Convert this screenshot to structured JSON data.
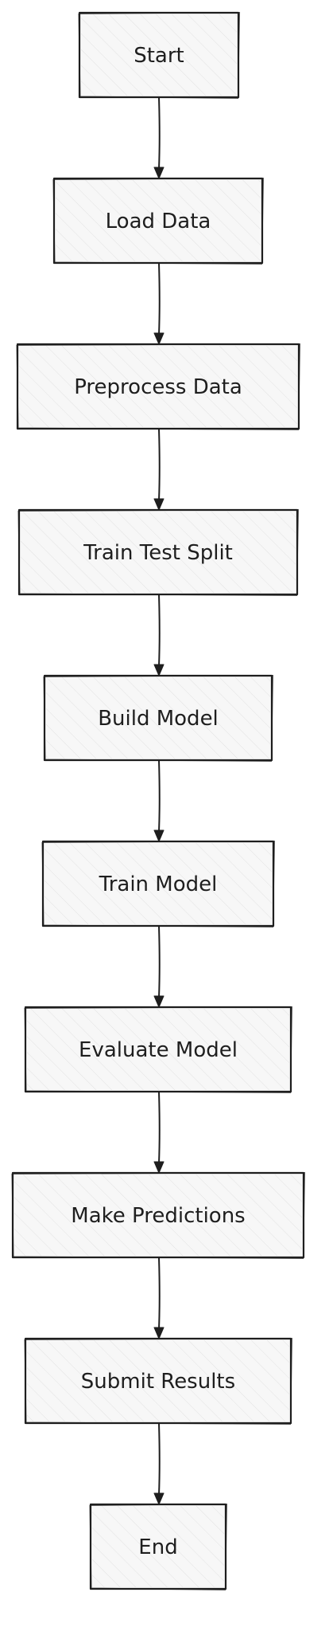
{
  "flowchart": {
    "nodes": [
      {
        "id": "start",
        "label": "Start"
      },
      {
        "id": "load_data",
        "label": "Load Data"
      },
      {
        "id": "preprocess_data",
        "label": "Preprocess Data"
      },
      {
        "id": "train_test_split",
        "label": "Train Test Split"
      },
      {
        "id": "build_model",
        "label": "Build Model"
      },
      {
        "id": "train_model",
        "label": "Train Model"
      },
      {
        "id": "evaluate_model",
        "label": "Evaluate Model"
      },
      {
        "id": "make_predictions",
        "label": "Make Predictions"
      },
      {
        "id": "submit_results",
        "label": "Submit Results"
      },
      {
        "id": "end",
        "label": "End"
      }
    ],
    "edges": [
      {
        "from": "start",
        "to": "load_data"
      },
      {
        "from": "load_data",
        "to": "preprocess_data"
      },
      {
        "from": "preprocess_data",
        "to": "train_test_split"
      },
      {
        "from": "train_test_split",
        "to": "build_model"
      },
      {
        "from": "build_model",
        "to": "train_model"
      },
      {
        "from": "train_model",
        "to": "evaluate_model"
      },
      {
        "from": "evaluate_model",
        "to": "make_predictions"
      },
      {
        "from": "make_predictions",
        "to": "submit_results"
      },
      {
        "from": "submit_results",
        "to": "end"
      }
    ],
    "colors": {
      "stroke": "#1e1e1e",
      "fill": "#f7f7f7",
      "background": "#ffffff"
    }
  }
}
